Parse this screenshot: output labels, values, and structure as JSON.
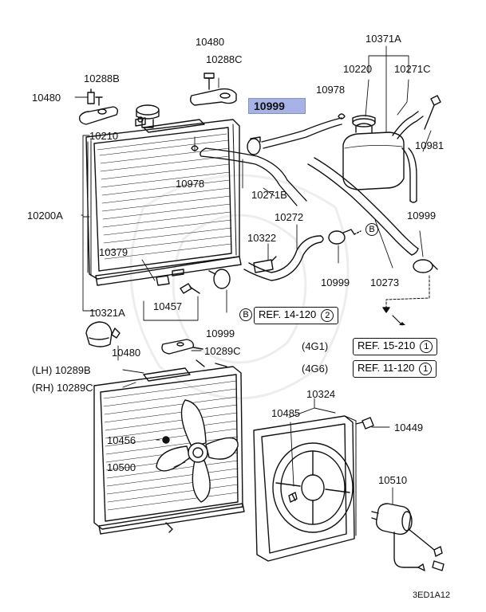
{
  "diagram": {
    "code": "3ED1A12",
    "highlighted_part": "10999",
    "labels": {
      "p10480_top": "10480",
      "p10288C": "10288C",
      "p10288B": "10288B",
      "p10480_left": "10480",
      "p10210": "10210",
      "p10978_lower": "10978",
      "p10271B": "10271B",
      "p10200A": "10200A",
      "p10379": "10379",
      "p10322": "10322",
      "p10272": "10272",
      "p10321A": "10321A",
      "p10457": "10457",
      "p10999_lower": "10999",
      "p10999_mid": "10999",
      "p10273": "10273",
      "p10999_right": "10999",
      "p10371A": "10371A",
      "p10220": "10220",
      "p10271C": "10271C",
      "p10978_upper": "10978",
      "p10981": "10981",
      "p10480_bottom": "10480",
      "p10289C_mid": "10289C",
      "p10289B_lh": "(LH) 10289B",
      "p10289C_rh": "(RH) 10289C",
      "p10324": "10324",
      "p10485": "10485",
      "p10449": "10449",
      "p10456": "10456",
      "p10500": "10500",
      "p10510": "10510"
    },
    "refs": {
      "ref_b_marker": "B",
      "ref_b_text": "REF. 14-120",
      "ref_b_num": "2",
      "ref_4g1_prefix": "(4G1)",
      "ref_4g1_text": "REF. 15-210",
      "ref_4g1_num": "1",
      "ref_4g6_prefix": "(4G6)",
      "ref_4g6_text": "REF. 11-120",
      "ref_4g6_num": "1",
      "hose_b_marker": "B"
    }
  }
}
